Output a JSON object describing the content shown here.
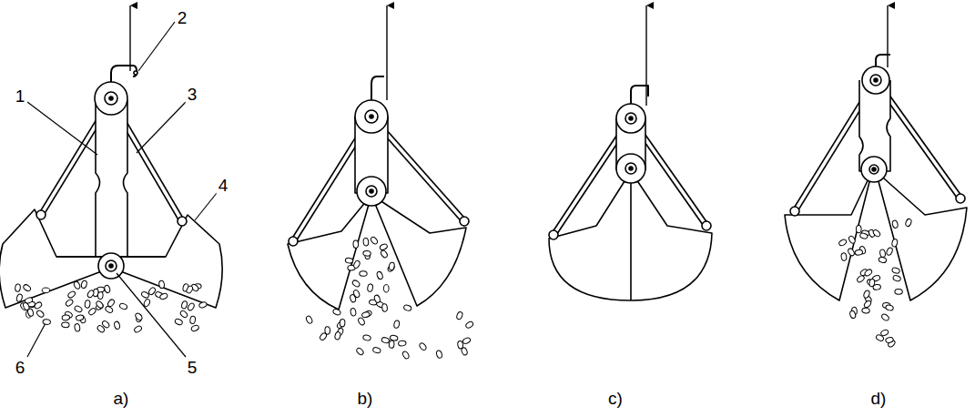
{
  "diagram": {
    "labels": [
      "1",
      "2",
      "3",
      "4",
      "5",
      "6",
      "a)",
      "b)",
      "c)",
      "d)"
    ]
  }
}
